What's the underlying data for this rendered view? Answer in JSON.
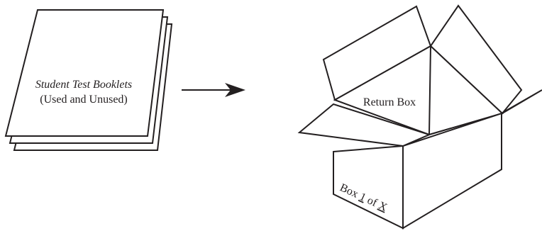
{
  "booklets": {
    "title": "Student Test Booklets",
    "subtitle": "(Used and Unused)"
  },
  "box": {
    "label": "Return Box",
    "side_label_prefix": "Box ",
    "side_label_number": "1",
    "side_label_middle": " of ",
    "side_label_total": "X"
  },
  "colors": {
    "ink": "#231f20",
    "background": "#ffffff"
  },
  "icons": {
    "arrow": "right-arrow-icon"
  }
}
